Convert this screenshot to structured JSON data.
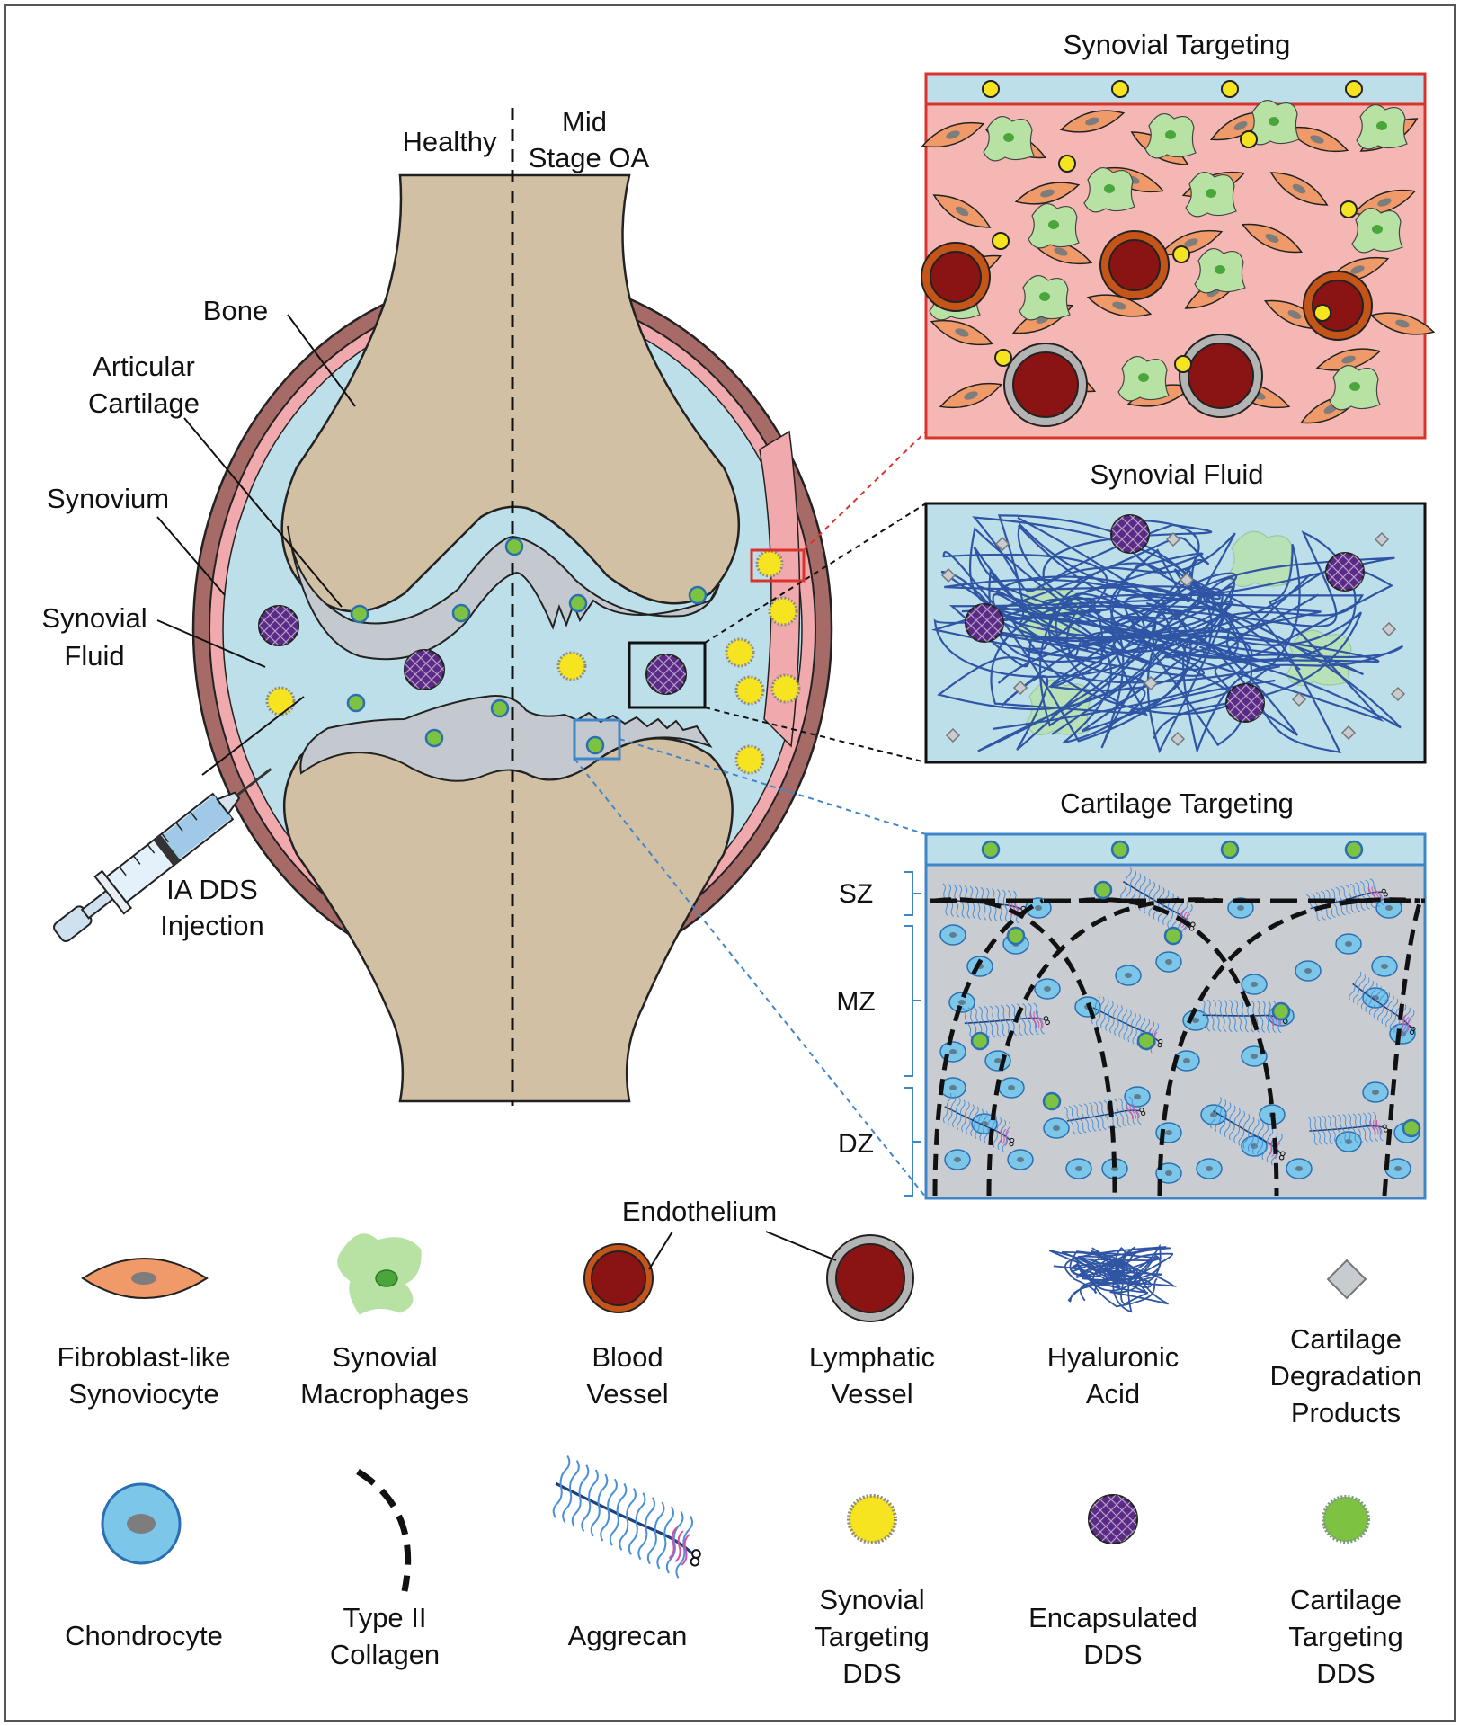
{
  "joint": {
    "side_healthy": "Healthy",
    "side_oa_line1": "Mid",
    "side_oa_line2": "Stage OA",
    "bone": "Bone",
    "articular_cartilage_line1": "Articular",
    "articular_cartilage_line2": "Cartilage",
    "synovium": "Synovium",
    "synovial_fluid_line1": "Synovial",
    "synovial_fluid_line2": "Fluid",
    "injection_line1": "IA DDS",
    "injection_line2": "Injection"
  },
  "panels": {
    "synovial_targeting": "Synovial Targeting",
    "synovial_fluid": "Synovial Fluid",
    "cartilage_targeting": "Cartilage Targeting",
    "zones": [
      "SZ",
      "MZ",
      "DZ"
    ]
  },
  "legend": {
    "endothelium": "Endothelium",
    "items": [
      {
        "line1": "Fibroblast-like",
        "line2": "Synoviocyte",
        "line3": ""
      },
      {
        "line1": "Synovial",
        "line2": "Macrophages",
        "line3": ""
      },
      {
        "line1": "Blood",
        "line2": "Vessel",
        "line3": ""
      },
      {
        "line1": "Lymphatic",
        "line2": "Vessel",
        "line3": ""
      },
      {
        "line1": "Hyaluronic",
        "line2": "Acid",
        "line3": ""
      },
      {
        "line1": "Cartilage",
        "line2": "Degradation",
        "line3": "Products"
      },
      {
        "line1": "Chondrocyte",
        "line2": "",
        "line3": ""
      },
      {
        "line1": "Type II",
        "line2": "Collagen",
        "line3": ""
      },
      {
        "line1": "Aggrecan",
        "line2": "",
        "line3": ""
      },
      {
        "line1": "Synovial",
        "line2": "Targeting",
        "line3": "DDS"
      },
      {
        "line1": "Encapsulated",
        "line2": "DDS",
        "line3": ""
      },
      {
        "line1": "Cartilage",
        "line2": "Targeting",
        "line3": "DDS"
      }
    ]
  },
  "colors": {
    "bone": "#d2c0a4",
    "cartilage": "#c4c9cf",
    "fluid": "#bcdfea",
    "synovium_pink": "#f0a9ad",
    "capsule": "#a66a67",
    "fibroblast": "#ef9a68",
    "macrophage": "#b8e2a4",
    "blood_vessel": "#8a1414",
    "blood_endothelium": "#c55418",
    "lymph_endothelium": "#b4b4b4",
    "hyaluronic": "#2f55a4",
    "synovial_dds": "#f5e41f",
    "encapsulated_dds": "#5b2a86",
    "cartilage_dds": "#7ec242",
    "chondrocyte": "#7cc6ea",
    "aggrecan_pink": "#d94fa0",
    "red_box": "#d9342b",
    "blue_box": "#3f86c9"
  }
}
